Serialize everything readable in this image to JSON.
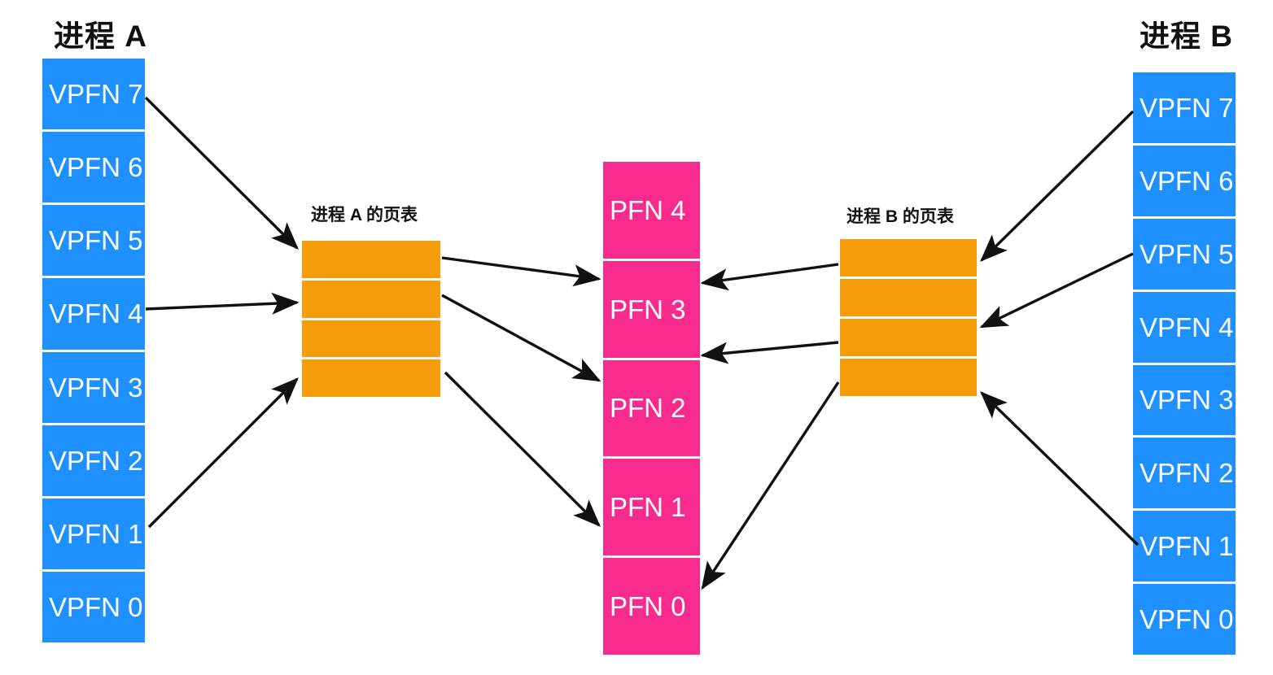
{
  "diagram": {
    "title_process_a": "进程 A",
    "title_process_b": "进程 B",
    "pagetable_a_title": "进程 A 的页表",
    "pagetable_b_title": "进程 B 的页表",
    "colors": {
      "virtual_page": "#1e90ff",
      "physical_page": "#f72a8e",
      "page_table": "#f59c0b",
      "arrow": "#111111",
      "text_on_block": "#ffffff",
      "background": "#ffffff"
    }
  },
  "process_a": {
    "label": "进程 A",
    "cells": [
      {
        "label": "VPFN 7"
      },
      {
        "label": "VPFN 6"
      },
      {
        "label": "VPFN 5"
      },
      {
        "label": "VPFN 4"
      },
      {
        "label": "VPFN 3"
      },
      {
        "label": "VPFN 2"
      },
      {
        "label": "VPFN 1"
      },
      {
        "label": "VPFN 0"
      }
    ]
  },
  "process_b": {
    "label": "进程 B",
    "cells": [
      {
        "label": "VPFN 7"
      },
      {
        "label": "VPFN 6"
      },
      {
        "label": "VPFN 5"
      },
      {
        "label": "VPFN 4"
      },
      {
        "label": "VPFN 3"
      },
      {
        "label": "VPFN 2"
      },
      {
        "label": "VPFN 1"
      },
      {
        "label": "VPFN 0"
      }
    ]
  },
  "physical_memory": {
    "cells": [
      {
        "label": "PFN 4"
      },
      {
        "label": "PFN 3"
      },
      {
        "label": "PFN 2"
      },
      {
        "label": "PFN 1"
      },
      {
        "label": "PFN 0"
      }
    ]
  },
  "page_table_a": {
    "title": "进程 A 的页表",
    "entries": [
      {
        "label": ""
      },
      {
        "label": ""
      },
      {
        "label": ""
      },
      {
        "label": ""
      }
    ]
  },
  "page_table_b": {
    "title": "进程 B 的页表",
    "entries": [
      {
        "label": ""
      },
      {
        "label": ""
      },
      {
        "label": ""
      },
      {
        "label": ""
      }
    ]
  },
  "mappings": [
    {
      "from": "process_a.VPFN 7",
      "to": "page_table_a.entry_1"
    },
    {
      "from": "process_a.VPFN 4",
      "to": "page_table_a.entry_2"
    },
    {
      "from": "process_a.VPFN 1",
      "to": "page_table_a.entry_4"
    },
    {
      "from": "page_table_a.entry_1",
      "to": "physical_memory.PFN 3"
    },
    {
      "from": "page_table_a.entry_2",
      "to": "physical_memory.PFN 2"
    },
    {
      "from": "page_table_a.entry_4",
      "to": "physical_memory.PFN 1"
    },
    {
      "from": "process_b.VPFN 7",
      "to": "page_table_b.entry_1"
    },
    {
      "from": "process_b.VPFN 5",
      "to": "page_table_b.entry_3"
    },
    {
      "from": "process_b.VPFN 1",
      "to": "page_table_b.entry_4"
    },
    {
      "from": "page_table_b.entry_1",
      "to": "physical_memory.PFN 3"
    },
    {
      "from": "page_table_b.entry_3",
      "to": "physical_memory.PFN 2"
    },
    {
      "from": "page_table_b.entry_4",
      "to": "physical_memory.PFN 0"
    }
  ]
}
